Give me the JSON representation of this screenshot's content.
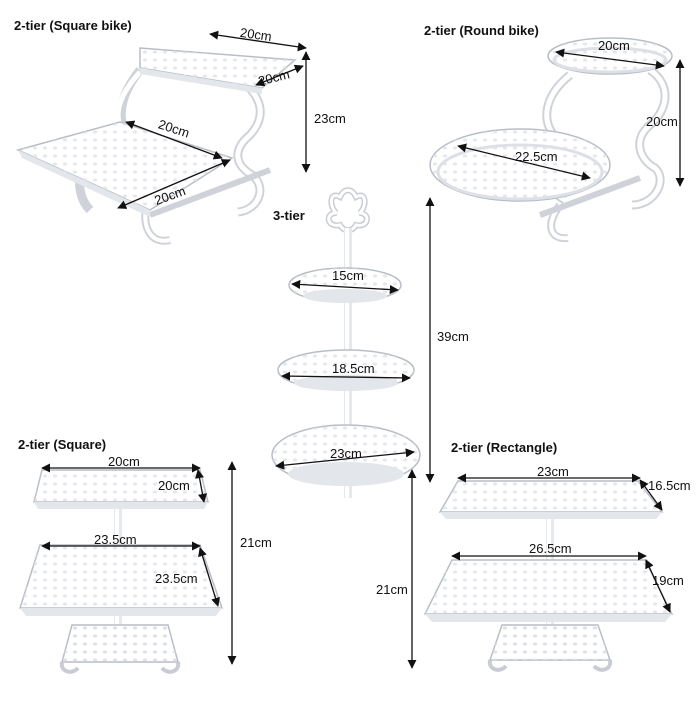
{
  "products": [
    {
      "title": "2-tier (Square bike)",
      "dims": [
        "20cm",
        "20cm",
        "23cm",
        "20cm",
        "20cm"
      ]
    },
    {
      "title": "2-tier (Round bike)",
      "dims": [
        "20cm",
        "22.5cm",
        "20cm"
      ]
    },
    {
      "title": "3-tier",
      "dims": [
        "15cm",
        "18.5cm",
        "23cm",
        "39cm"
      ]
    },
    {
      "title": "2-tier (Square)",
      "dims": [
        "20cm",
        "20cm",
        "23.5cm",
        "23.5cm",
        "21cm"
      ]
    },
    {
      "title": "2-tier (Rectangle)",
      "dims": [
        "23cm",
        "16.5cm",
        "26.5cm",
        "19cm",
        "21cm"
      ]
    }
  ],
  "colors": {
    "stand": "#ffffff",
    "stand_shadow": "#c9cdd3",
    "stand_edge": "#aeb4bc",
    "arrow": "#111111"
  }
}
